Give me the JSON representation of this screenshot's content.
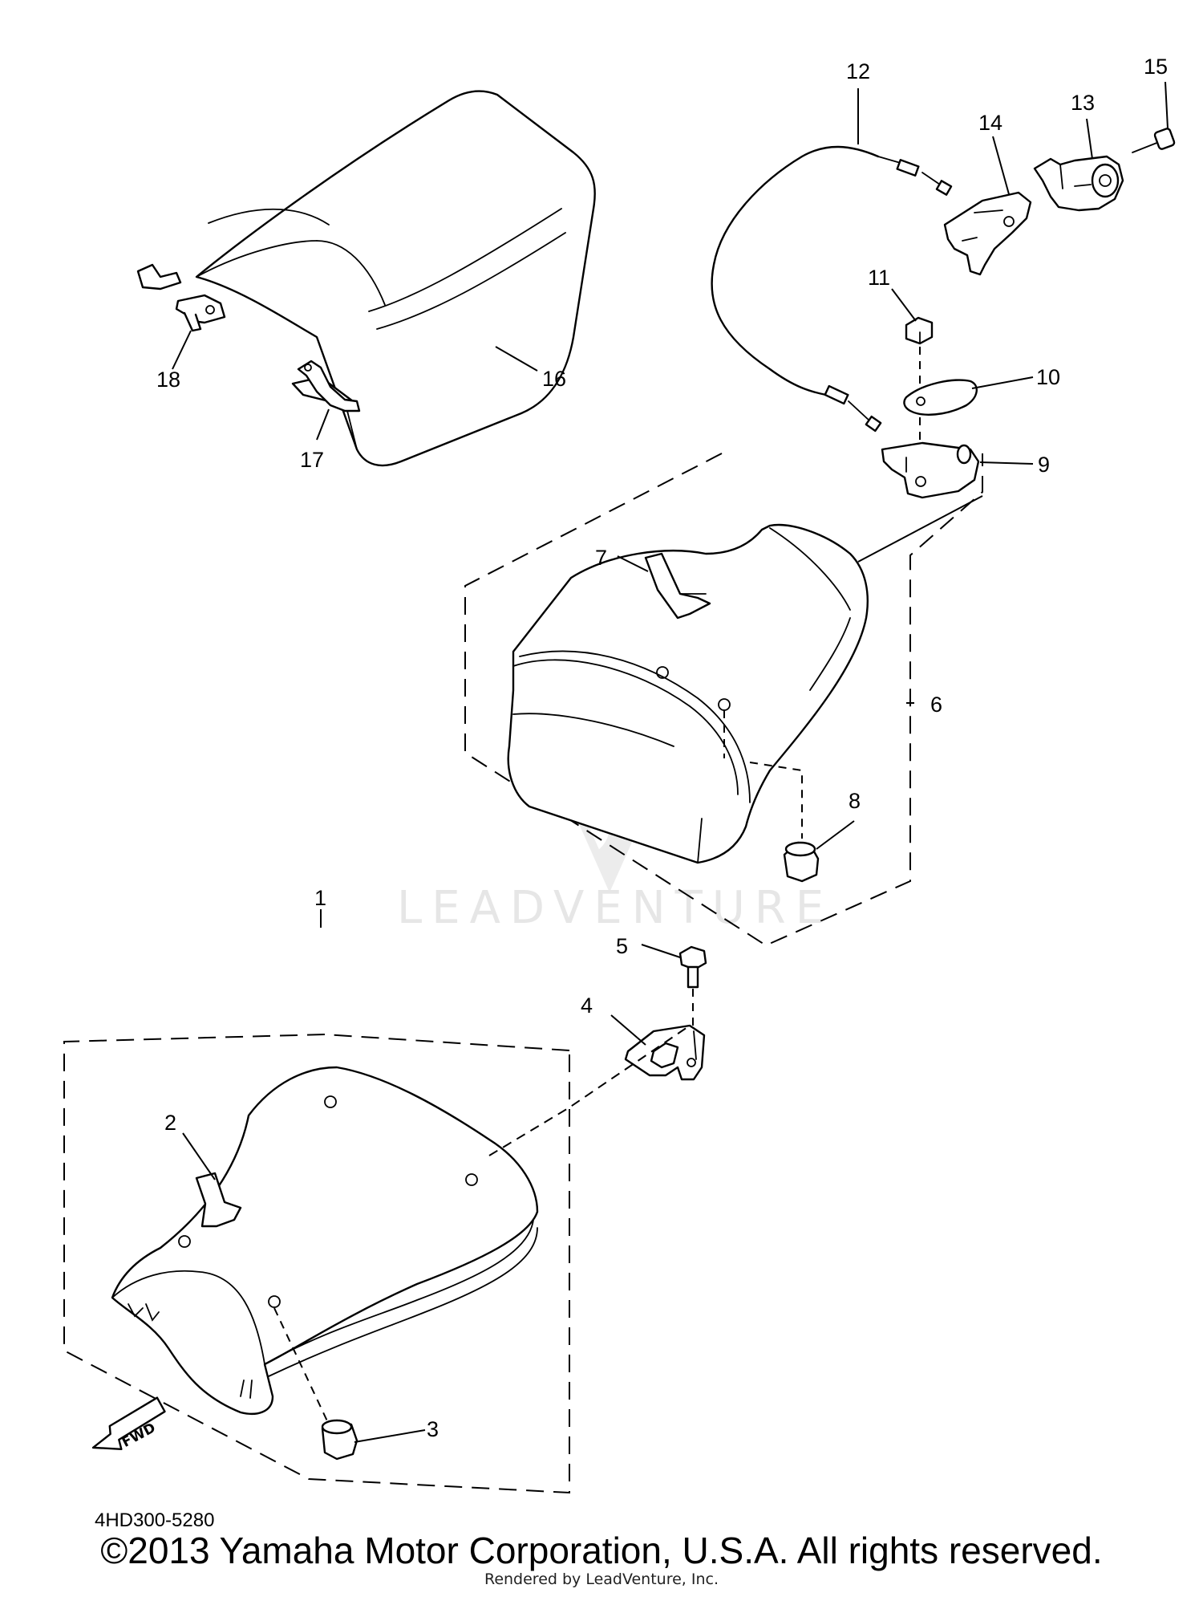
{
  "diagram_code": "4HD300-5280",
  "watermark": "LEADVENTURE",
  "fwd_label": "FWD",
  "copyright": "©2013 Yamaha Motor Corporation, U.S.A. All rights reserved.",
  "rendered_by": "Rendered by LeadVenture, Inc.",
  "callouts": {
    "p1": "1",
    "p2": "2",
    "p3": "3",
    "p4": "4",
    "p5": "5",
    "p6": "6",
    "p7": "7",
    "p8": "8",
    "p9": "9",
    "p10": "10",
    "p11": "11",
    "p12": "12",
    "p13": "13",
    "p14": "14",
    "p15": "15",
    "p16": "16",
    "p17": "17",
    "p18": "18"
  }
}
